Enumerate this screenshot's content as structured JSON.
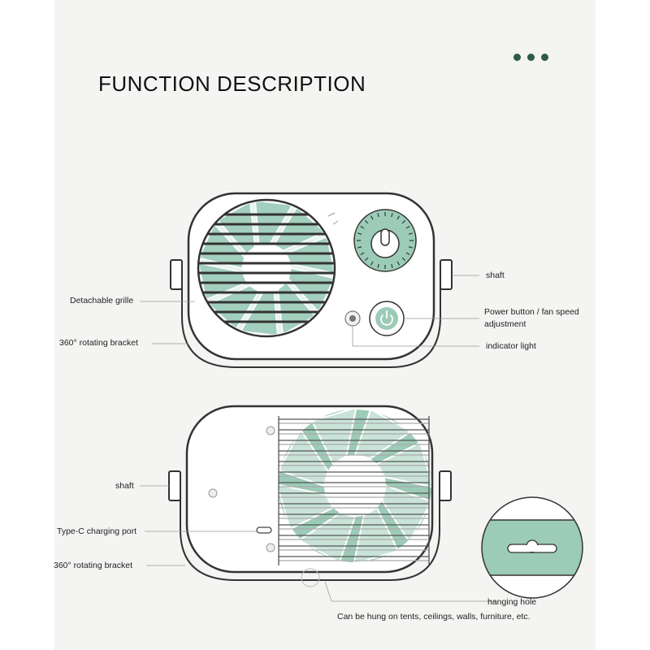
{
  "title": "FUNCTION DESCRIPTION",
  "colors": {
    "accent": "#9ccbb8",
    "dark_green": "#2f5a4a",
    "outline": "#333333"
  },
  "labels": {
    "shaft_top": "shaft",
    "detachable_grille": "Detachable grille",
    "power_button": "Power button / fan speed",
    "power_button_line2": "adjustment",
    "rotating_bracket_top": "360°  rotating bracket",
    "indicator_light": "indicator light",
    "shaft_bottom": "shaft",
    "type_c_port": "Type-C charging port",
    "rotating_bracket_bottom": "360°  rotating bracket",
    "hanging_hole": "hanging hole",
    "hanging_note": "Can be hung on tents, ceilings, walls, furniture, etc."
  },
  "icons": [
    "power-icon",
    "fan-blade-icon",
    "indicator-light-icon",
    "usb-c-port-icon",
    "hanging-hole-icon"
  ]
}
